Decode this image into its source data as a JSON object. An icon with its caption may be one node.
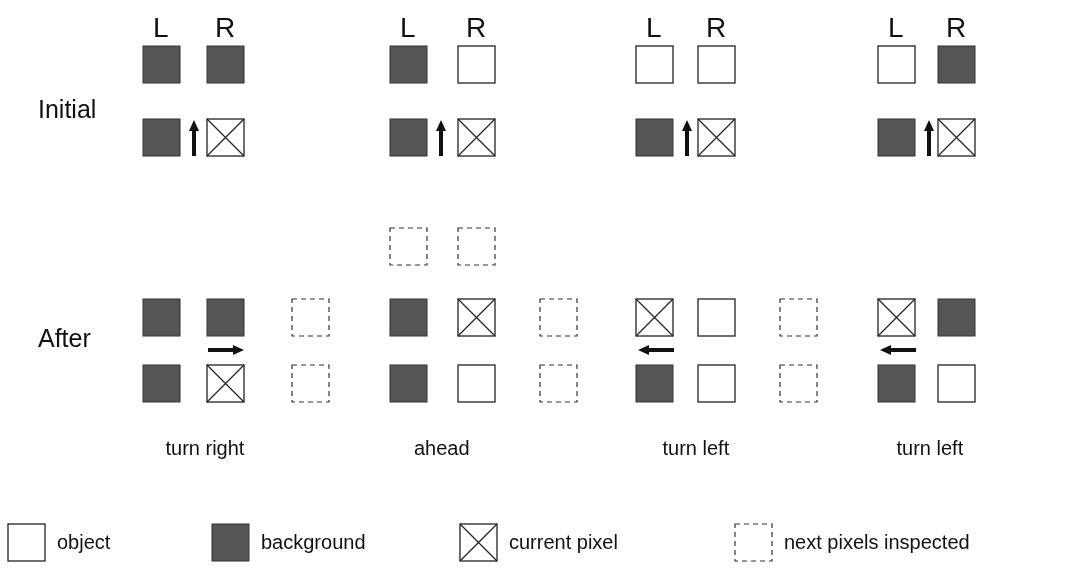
{
  "diagram": {
    "labels": [
      "L",
      "R",
      "L",
      "R",
      "L",
      "R",
      "L",
      "R",
      "Initial",
      "After",
      "turn right",
      "ahead",
      "turn left",
      "turn left"
    ],
    "legend": [
      {
        "text": "object"
      },
      {
        "text": "background",
        "color": "#555555"
      },
      {
        "text": "current pixel"
      },
      {
        "text": "next pixels inspected"
      }
    ]
  }
}
